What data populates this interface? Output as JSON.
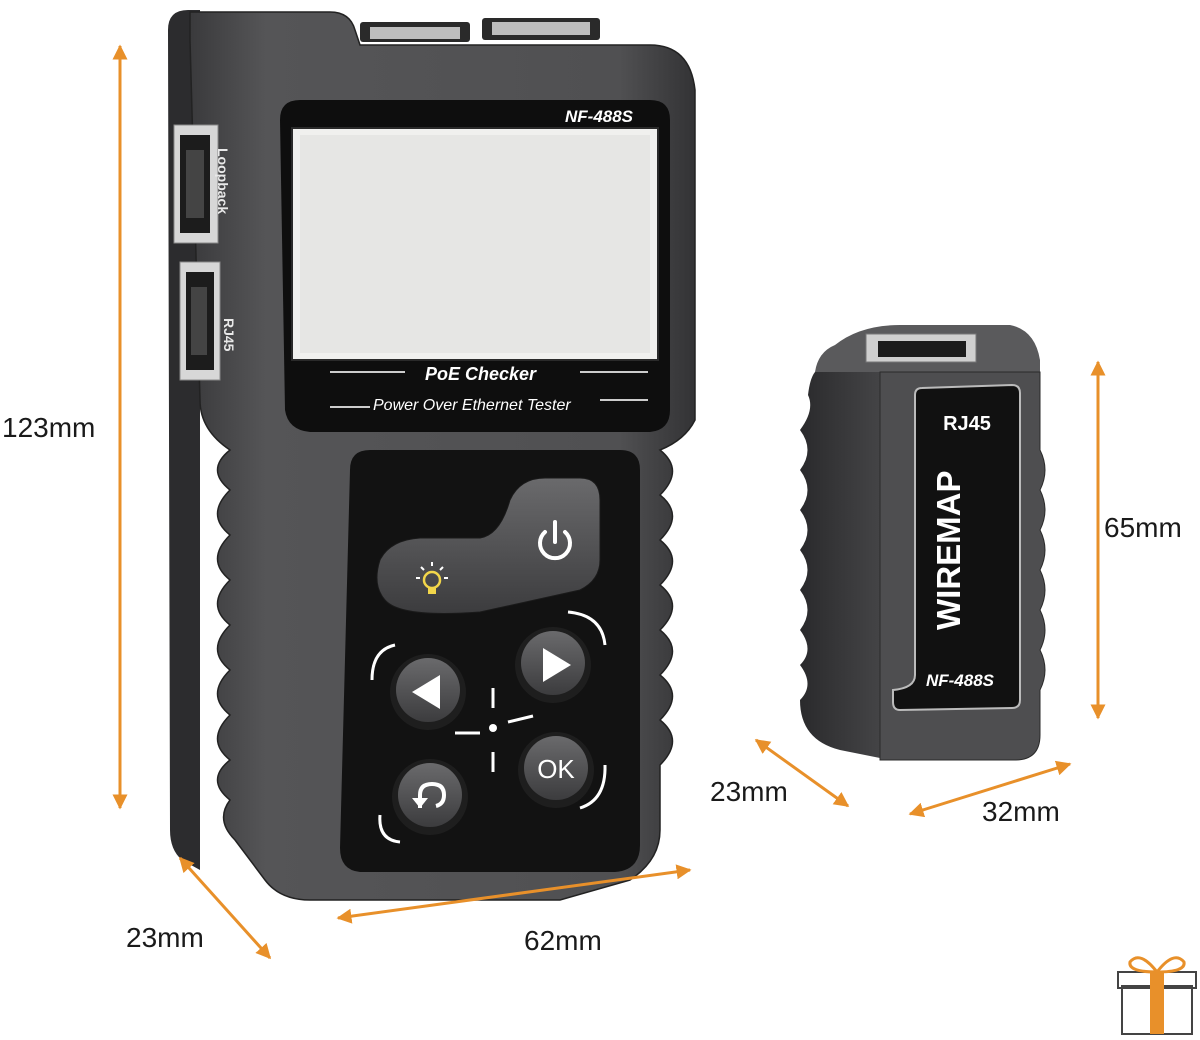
{
  "device": {
    "model": "NF-488S",
    "product_line1": "PoE Checker",
    "product_line2": "Power Over Ethernet Tester",
    "port_label_loopback": "Loopback",
    "port_label_rj45": "RJ45",
    "buttons": {
      "power_icon": "power-icon",
      "light_icon": "bulb-icon",
      "left_icon": "left-arrow-icon",
      "right_icon": "right-arrow-icon",
      "back_icon": "return-icon",
      "ok_label": "OK"
    }
  },
  "remote": {
    "top_label": "RJ45",
    "main_label": "WIREMAP",
    "model": "NF-488S"
  },
  "dimensions": {
    "tester_height": "123mm",
    "tester_depth": "23mm",
    "tester_width": "62mm",
    "remote_height": "65mm",
    "remote_depth": "23mm",
    "remote_width": "32mm"
  },
  "colors": {
    "body": "#4a4a4c",
    "body_dark": "#2b2b2d",
    "panel": "#121212",
    "screen": "#e8e8e6",
    "arrow": "#e8902a"
  }
}
